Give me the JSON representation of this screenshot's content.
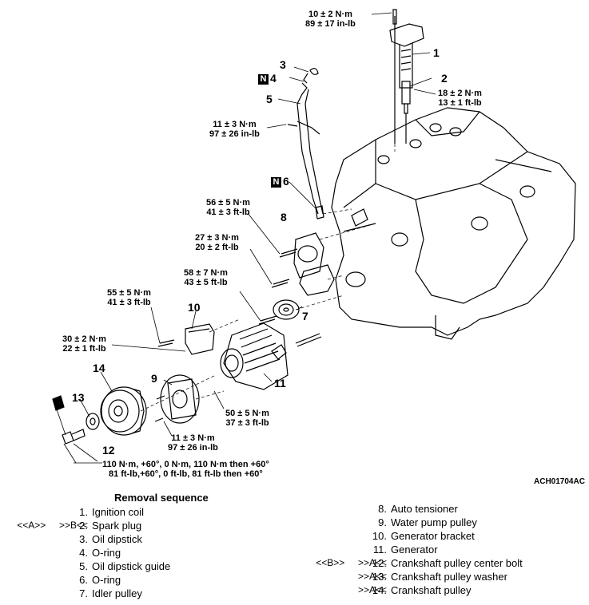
{
  "diagram": {
    "torques": [
      {
        "id": "t1",
        "metric": "10 ± 2 N·m",
        "imperial": "89 ± 17 in-lb"
      },
      {
        "id": "t2",
        "metric": "18 ± 2 N·m",
        "imperial": "13 ± 1 ft-lb"
      },
      {
        "id": "t3",
        "metric": "11 ± 3 N·m",
        "imperial": "97 ± 26 in-lb"
      },
      {
        "id": "t4",
        "metric": "56 ± 5 N·m",
        "imperial": "41 ± 3 ft-lb"
      },
      {
        "id": "t5",
        "metric": "27 ± 3 N·m",
        "imperial": "20 ± 2 ft-lb"
      },
      {
        "id": "t6",
        "metric": "58 ± 7 N·m",
        "imperial": "43 ± 5 ft-lb"
      },
      {
        "id": "t7",
        "metric": "55 ± 5 N·m",
        "imperial": "41 ± 3 ft-lb"
      },
      {
        "id": "t8",
        "metric": "30 ± 2 N·m",
        "imperial": "22 ± 1 ft-lb"
      },
      {
        "id": "t9",
        "metric": "50 ± 5 N·m",
        "imperial": "37 ± 3 ft-lb"
      },
      {
        "id": "t10",
        "metric": "11 ± 3 N·m",
        "imperial": "97 ± 26 in-lb"
      },
      {
        "id": "t11",
        "metric": "110 N·m, +60°, 0 N·m, 110 N·m then +60°",
        "imperial": "81 ft-lb,+60°, 0 ft-lb, 81 ft-lb then +60°"
      }
    ],
    "callouts": {
      "c1": "1",
      "c2": "2",
      "c3": "3",
      "c4": "4",
      "c5": "5",
      "c6": "6",
      "c7": "7",
      "c8": "8",
      "c9": "9",
      "c10": "10",
      "c11": "11",
      "c12": "12",
      "c13": "13",
      "c14": "14"
    },
    "new_part_mark": "N",
    "figure_code": "ACH01704AC"
  },
  "removal": {
    "title": "Removal sequence",
    "left_items": [
      {
        "num": "1.",
        "text": "Ignition coil",
        "marker": ""
      },
      {
        "num": "2.",
        "text": "Spark plug",
        "marker": "<<A>>     >>B<<"
      },
      {
        "num": "3.",
        "text": "Oil dipstick",
        "marker": ""
      },
      {
        "num": "4.",
        "text": "O-ring",
        "marker": ""
      },
      {
        "num": "5.",
        "text": "Oil dipstick guide",
        "marker": ""
      },
      {
        "num": "6.",
        "text": "O-ring",
        "marker": ""
      },
      {
        "num": "7.",
        "text": "Idler pulley",
        "marker": ""
      }
    ],
    "right_items": [
      {
        "num": "8.",
        "text": "Auto tensioner",
        "marker": ""
      },
      {
        "num": "9.",
        "text": "Water pump pulley",
        "marker": ""
      },
      {
        "num": "10.",
        "text": "Generator bracket",
        "marker": ""
      },
      {
        "num": "11.",
        "text": "Generator",
        "marker": ""
      },
      {
        "num": "12.",
        "text": "Crankshaft pulley center bolt",
        "marker": "<<B>>     >>A<<"
      },
      {
        "num": "13.",
        "text": "Crankshaft pulley washer",
        "marker": ">>A<<"
      },
      {
        "num": "14.",
        "text": "Crankshaft pulley",
        "marker": ">>A<<"
      }
    ]
  }
}
